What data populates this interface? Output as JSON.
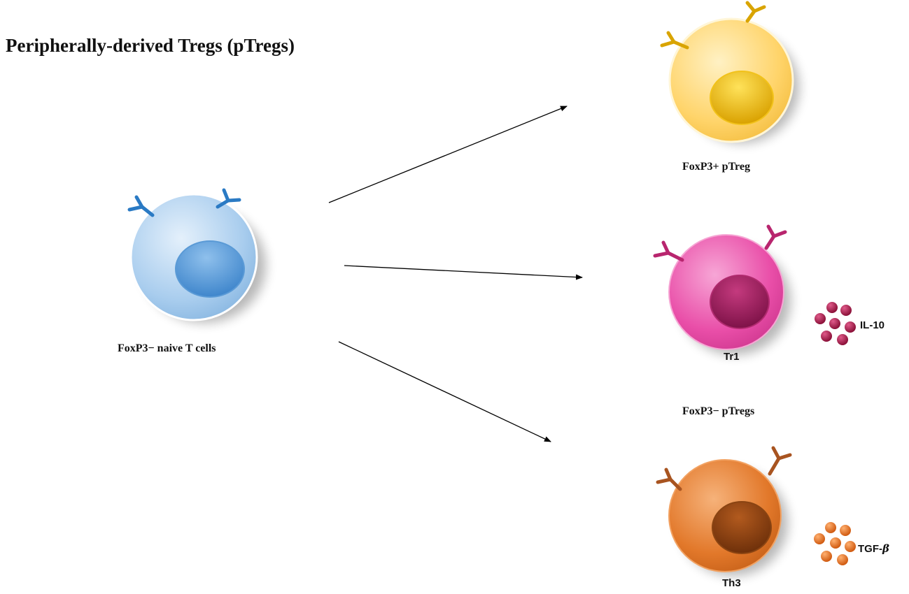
{
  "title": "Peripherally-derived Tregs (pTregs)",
  "cells": {
    "naive": {
      "label": "FoxP3− naive T cells",
      "color": "#a9cdee",
      "nucleus": "#4f93d4",
      "receptor": "#2a7ac4"
    },
    "foxp3_pos": {
      "label": "FoxP3+ pTreg",
      "color": "#ffd46a",
      "nucleus": "#e8b000",
      "receptor": "#d9a400"
    },
    "tr1": {
      "label": "Tr1",
      "color": "#e94ea8",
      "nucleus": "#9b1a5e",
      "receptor": "#b8256e"
    },
    "th3": {
      "label": "Th3",
      "color": "#e2782a",
      "nucleus": "#8a3e10",
      "receptor": "#a85420"
    }
  },
  "group_label": "FoxP3− pTregs",
  "cytokines": {
    "il10": {
      "label": "IL-10",
      "color": "#a01848"
    },
    "tgf": {
      "label_prefix": "TGF-",
      "label_symbol": "β",
      "color": "#e06a1a"
    }
  }
}
